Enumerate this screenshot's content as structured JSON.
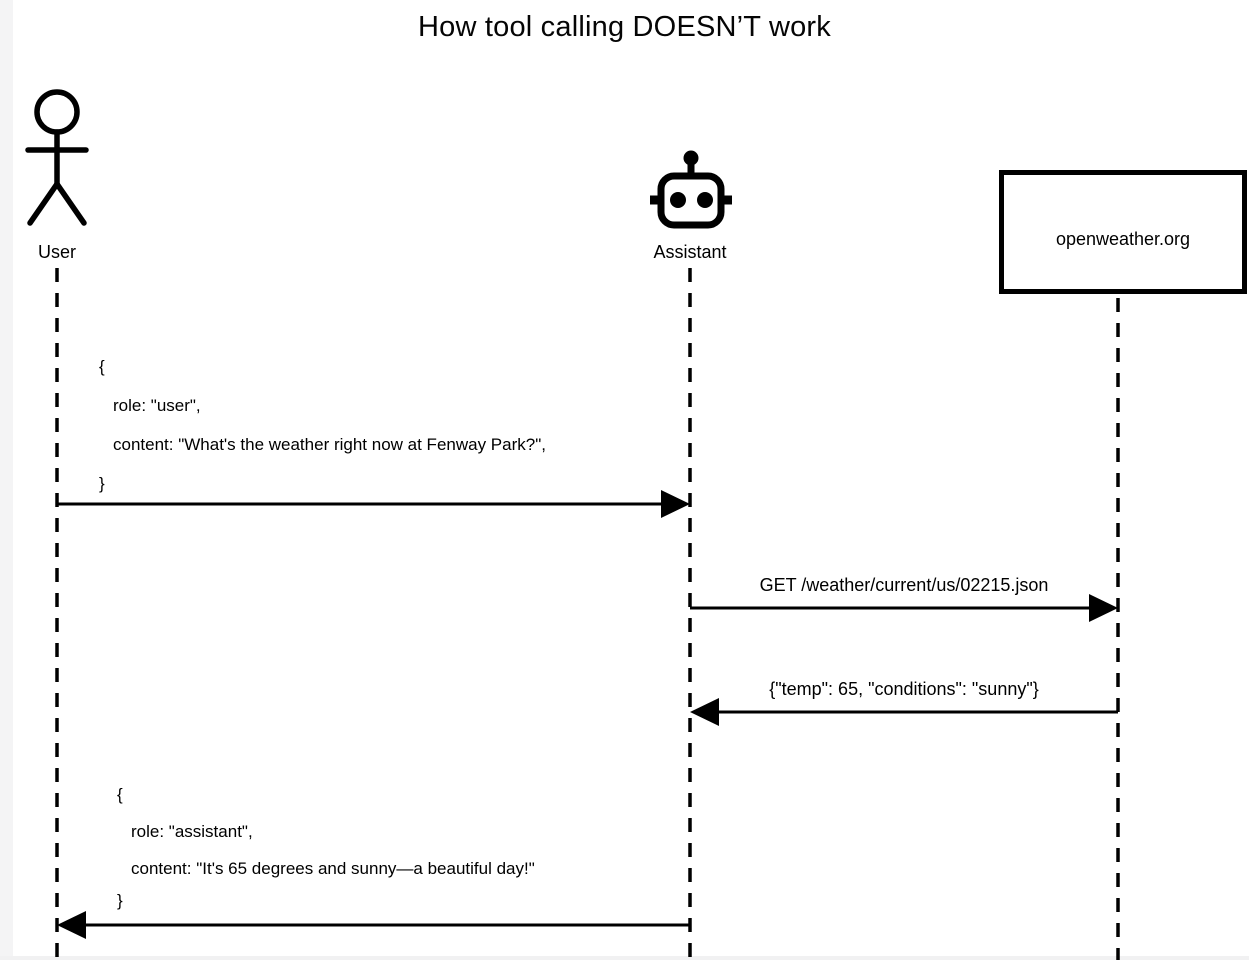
{
  "title": "How tool calling DOESN’T work",
  "actors": [
    {
      "id": "user",
      "label": "User",
      "icon": "person-icon"
    },
    {
      "id": "assistant",
      "label": "Assistant",
      "icon": "robot-icon"
    },
    {
      "id": "openweather",
      "label": "openweather.org",
      "icon": "participant-box"
    }
  ],
  "messages": [
    {
      "from": "User",
      "to": "Assistant",
      "type": "payload",
      "lines": [
        "{",
        "role: \"user\",",
        "content: \"What's the weather right now at Fenway Park?\",",
        "}"
      ]
    },
    {
      "from": "Assistant",
      "to": "openweather.org",
      "type": "call",
      "label": "GET /weather/current/us/02215.json"
    },
    {
      "from": "openweather.org",
      "to": "Assistant",
      "type": "response",
      "label": "{\"temp\": 65, \"conditions\": \"sunny\"}"
    },
    {
      "from": "Assistant",
      "to": "User",
      "type": "payload",
      "lines": [
        "{",
        "role: \"assistant\",",
        "content: \"It's 65 degrees and sunny—a beautiful day!\"",
        "}"
      ]
    }
  ],
  "colors": {
    "ink": "#000000",
    "background": "#ffffff",
    "page_edge": "#f4f4f5"
  }
}
